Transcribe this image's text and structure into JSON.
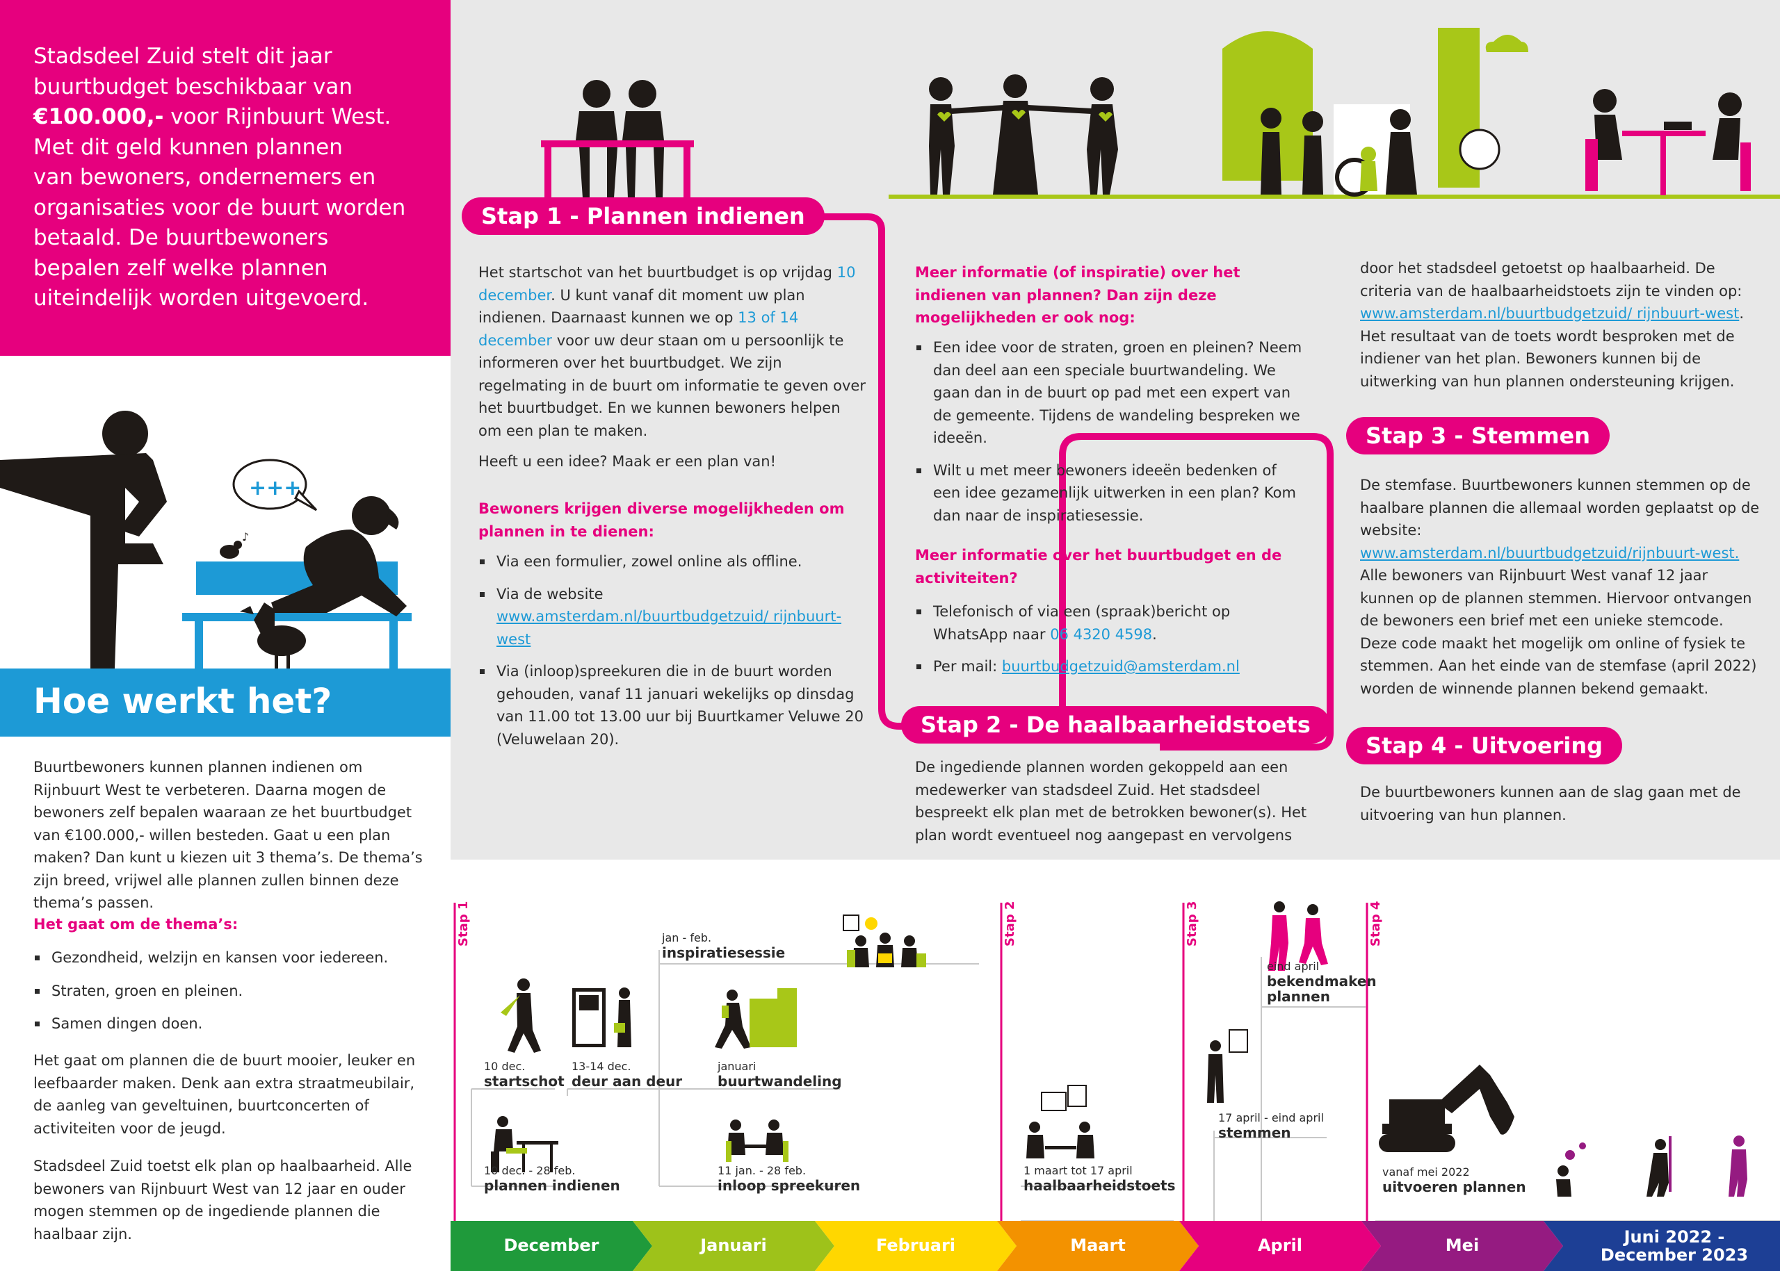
{
  "intro": {
    "line1": "Stadsdeel Zuid stelt dit jaar",
    "line2": "buurtbudget beschikbaar van",
    "amount": "€100.000,-",
    "line3_rest": " voor Rijnbuurt West.",
    "line4": "Met dit geld kunnen plannen",
    "line5": "van bewoners, ondernemers en",
    "line6": "organisaties voor de buurt worden",
    "line7": "betaald. De buurtbewoners",
    "line8": "bepalen zelf welke plannen",
    "line9": "uiteindelijk worden uitgevoerd."
  },
  "left": {
    "title": "Hoe werkt het?",
    "p1": "Buurtbewoners kunnen plannen indienen om Rijnbuurt West te verbeteren. Daarna mogen de bewoners zelf bepalen waaraan ze het buurtbudget van €100.000,- willen besteden. Gaat u een plan maken? Dan kunt u kiezen uit 3 thema’s. De thema’s zijn breed, vrijwel alle plannen zullen binnen deze thema’s passen.",
    "themes_heading": "Het gaat om de thema’s:",
    "themes": [
      "Gezondheid, welzijn en kansen voor iedereen.",
      "Straten, groen en pleinen.",
      "Samen dingen doen."
    ],
    "p2": "Het gaat om plannen die de buurt mooier, leuker en leefbaarder maken. Denk aan extra straatmeubilair, de aanleg van geveltuinen, buurtconcerten of activiteiten voor de jeugd.",
    "p3": "Stadsdeel Zuid toetst elk plan op haalbaarheid. Alle bewoners van Rijnbuurt West van 12 jaar en ouder mogen stemmen op de ingediende plannen die haalbaar zijn."
  },
  "steps": {
    "s1": "Stap 1 - Plannen indienen",
    "s2": "Stap 2 - De haalbaarheidstoets",
    "s3": "Stap 3 - Stemmen",
    "s4": "Stap 4 - Uitvoering"
  },
  "step1": {
    "p1a": "Het startschot van het buurtbudget is op vrijdag ",
    "p1_date1": "10 december",
    "p1b": ". U kunt vanaf dit moment uw plan indienen. Daarnaast kunnen we op ",
    "p1_date2": "13 of 14 december",
    "p1c": " voor uw deur staan om u persoonlijk te informeren over het buurtbudget. We zijn regelmating in de buurt om informatie te geven over het buurtbudget. En we kunnen bewoners helpen om een plan te maken.",
    "p2": "Heeft u een idee? Maak er een plan van!",
    "heading": "Bewoners krijgen diverse mogelijkheden om plannen in te dienen:",
    "item1": "Via een formulier, zowel online als offline.",
    "item2_pre": "Via de website ",
    "item2_link": "www.amsterdam.nl/buurtbudgetzuid/ rijnbuurt-west",
    "item3": "Via (inloop)spreekuren die in de buurt worden gehouden, vanaf 11 januari wekelijks op dinsdag van 11.00 tot 13.00 uur bij Buurtkamer Veluwe 20 (Veluwelaan 20)."
  },
  "middle": {
    "heading1": "Meer informatie (of inspiratie) over het indienen van plannen? Dan zijn deze mogelijkheden er ook nog:",
    "item1": "Een idee voor de straten, groen en pleinen? Neem dan deel aan een speciale buurtwandeling. We gaan dan in de buurt op pad met een expert van de gemeente. Tijdens de wandeling bespreken we ideeën.",
    "item2": "Wilt u met meer bewoners ideeën bedenken of een idee gezamenlijk uitwerken in een plan? Kom dan naar de inspiratiesessie.",
    "heading2": "Meer informatie over het buurtbudget en de activiteiten?",
    "item3_pre": "Telefonisch of via een (spraak)bericht op WhatsApp naar ",
    "item3_phone": "06 4320 4598",
    "item3_post": ".",
    "item4_pre": "Per mail: ",
    "item4_link": "buurtbudgetzuid@amsterdam.nl"
  },
  "step2": {
    "text": "De ingediende plannen worden gekoppeld aan een medewerker van stadsdeel Zuid. Het stadsdeel bespreekt elk plan met de betrokken bewoner(s). Het plan wordt eventueel nog aangepast en vervolgens"
  },
  "right": {
    "p1_pre": "door het stadsdeel getoetst op haalbaarheid. De criteria van de haalbaarheidstoets zijn te vinden op: ",
    "p1_link": "www.amsterdam.nl/buurtbudgetzuid/ rijnbuurt-west",
    "p1_post": ". Het resultaat van de toets wordt besproken met de indiener van het plan. Bewoners kunnen bij de uitwerking van hun plannen ondersteuning krijgen."
  },
  "step3": {
    "pre": "De stemfase. Buurtbewoners kunnen stemmen op de haalbare plannen die allemaal worden geplaatst op de website: ",
    "link": "www.amsterdam.nl/buurtbudgetzuid/rijnbuurt-west.",
    "post": " Alle bewoners van Rijnbuurt West vanaf 12 jaar kunnen op de plannen stemmen. Hiervoor ontvangen de bewoners een brief met een unieke stemcode. Deze code maakt het mogelijk om online of fysiek te stemmen. Aan het einde van de stemfase (april 2022) worden de winnende plannen bekend gemaakt."
  },
  "step4": {
    "text": "De buurtbewoners kunnen aan de slag gaan met de uitvoering van hun plannen."
  },
  "timeline": {
    "step_labels": [
      "Stap 1",
      "Stap 2",
      "Stap 3",
      "Stap 4"
    ],
    "events": [
      {
        "date": "10 dec.",
        "name": "startschot"
      },
      {
        "date": "13-14 dec.",
        "name": "deur aan deur"
      },
      {
        "date": "jan - feb.",
        "name": "inspiratiesessie"
      },
      {
        "date": "januari",
        "name": "buurtwandeling"
      },
      {
        "date": "10 dec. - 28 feb.",
        "name": "plannen indienen"
      },
      {
        "date": "11 jan. - 28 feb.",
        "name": "inloop spreekuren"
      },
      {
        "date": "1 maart tot 17 april",
        "name": "haalbaarheidstoets"
      },
      {
        "date": "eind april",
        "name": "bekendmaken plannen"
      },
      {
        "date": "17 april - eind april",
        "name": "stemmen"
      },
      {
        "date": "vanaf mei 2022",
        "name": "uitvoeren plannen"
      }
    ],
    "months": [
      "December",
      "Januari",
      "Februari",
      "Maart",
      "April",
      "Mei"
    ],
    "last_month_line1": "Juni 2022 -",
    "last_month_line2": "December 2023",
    "month_colors": [
      "#1f9a3b",
      "#9ec21a",
      "#ffd700",
      "#f39200",
      "#e6007e",
      "#951b81",
      "#1d3f95"
    ]
  },
  "colors": {
    "magenta": "#e6007e",
    "blue": "#1d9ad6",
    "lime": "#a8c718",
    "gray_bg": "#e8e8e8"
  }
}
